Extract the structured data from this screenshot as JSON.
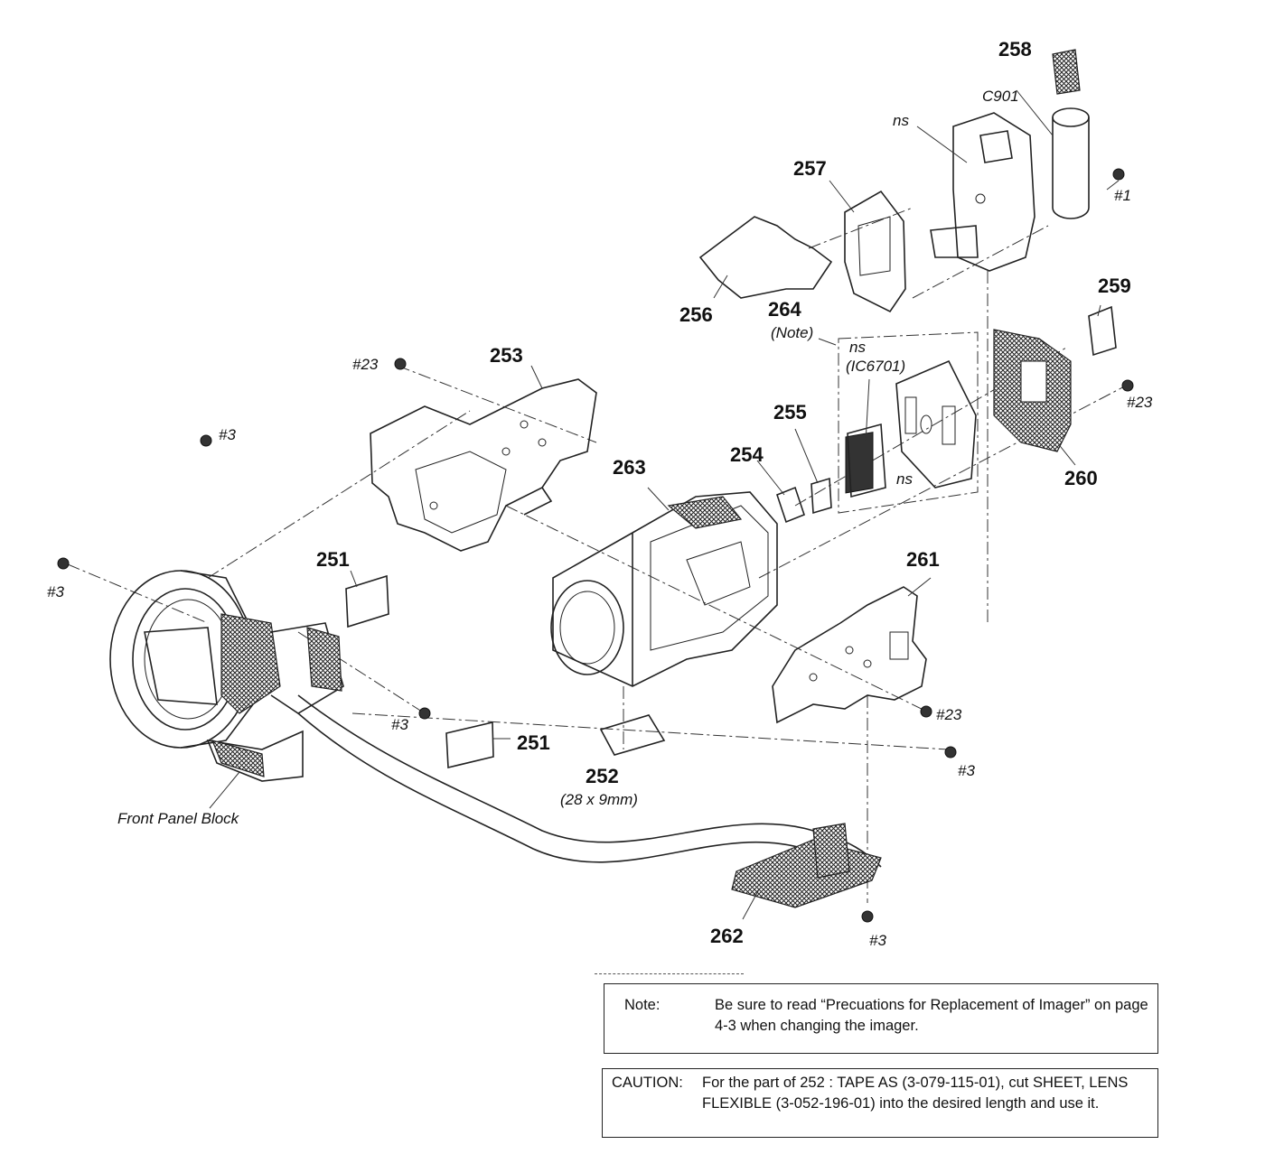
{
  "diagram": {
    "part_numbers": {
      "p251a": "251",
      "p251b": "251",
      "p252": "252",
      "p253": "253",
      "p254": "254",
      "p255": "255",
      "p256": "256",
      "p257": "257",
      "p258": "258",
      "p259": "259",
      "p260": "260",
      "p261": "261",
      "p262": "262",
      "p263": "263",
      "p264": "264"
    },
    "labels": {
      "c901": "C901",
      "ns_top": "ns",
      "ns_box": "ns",
      "ic6701": "(IC6701)",
      "ns_plate": "ns",
      "note_ref": "(Note)",
      "size_252": "(28 x 9mm)",
      "front_panel": "Front Panel Block"
    },
    "screws": {
      "s1": "#1",
      "s23_left": "#23",
      "s23_right": "#23",
      "s23_mid": "#23",
      "s3_top": "#3",
      "s3_left": "#3",
      "s3_mid": "#3",
      "s3_right": "#3",
      "s3_bottom": "#3"
    }
  },
  "notes": {
    "note": {
      "heading": "Note:",
      "text": "Be sure to read “Precuations for Replacement of Imager” on page 4-3 when changing the imager."
    },
    "caution": {
      "heading": "CAUTION:",
      "text": "For the part of 252 : TAPE AS (3-079-115-01), cut SHEET, LENS FLEXIBLE (3-052-196-01) into the desired length and use it."
    }
  }
}
